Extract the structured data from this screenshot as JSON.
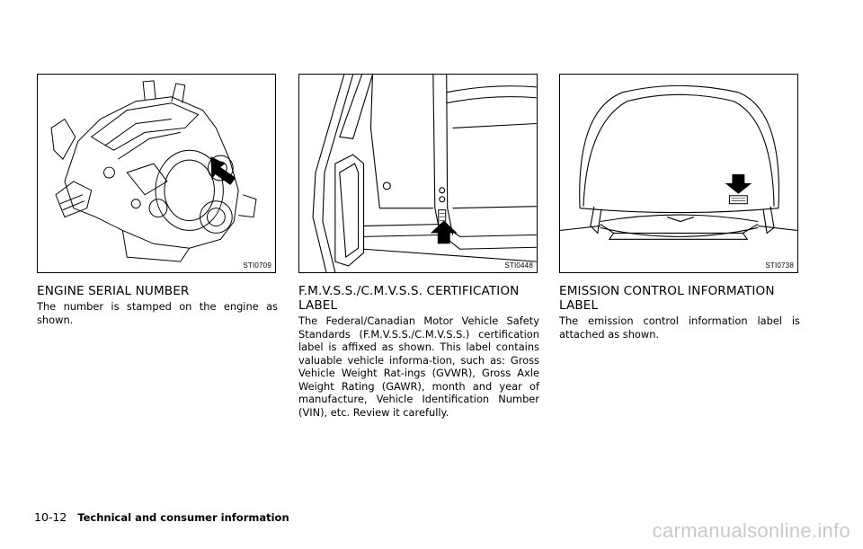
{
  "figures": {
    "engine": {
      "code": "STI0709"
    },
    "door": {
      "code": "STI0448"
    },
    "hood": {
      "code": "STI0738"
    }
  },
  "sections": {
    "engine_serial": {
      "title": "ENGINE SERIAL NUMBER",
      "body": "The number is stamped on the engine as shown."
    },
    "certification": {
      "title": "F.M.V.S.S./C.M.V.S.S. CERTIFICATION LABEL",
      "body": "The Federal/Canadian Motor Vehicle Safety Standards (F.M.V.S.S./C.M.V.S.S.) certification label is affixed as shown. This label contains valuable vehicle informa-tion, such as: Gross Vehicle Weight Rat-ings (GVWR), Gross Axle Weight Rating (GAWR), month and year of manufacture, Vehicle Identification Number (VIN), etc. Review it carefully."
    },
    "emission": {
      "title": "EMISSION CONTROL INFORMATION LABEL",
      "body": "The emission control information label is attached as shown."
    }
  },
  "footer": {
    "page_number": "10-12",
    "section_title": "Technical and consumer information"
  },
  "watermark": "carmanualsonline.info"
}
